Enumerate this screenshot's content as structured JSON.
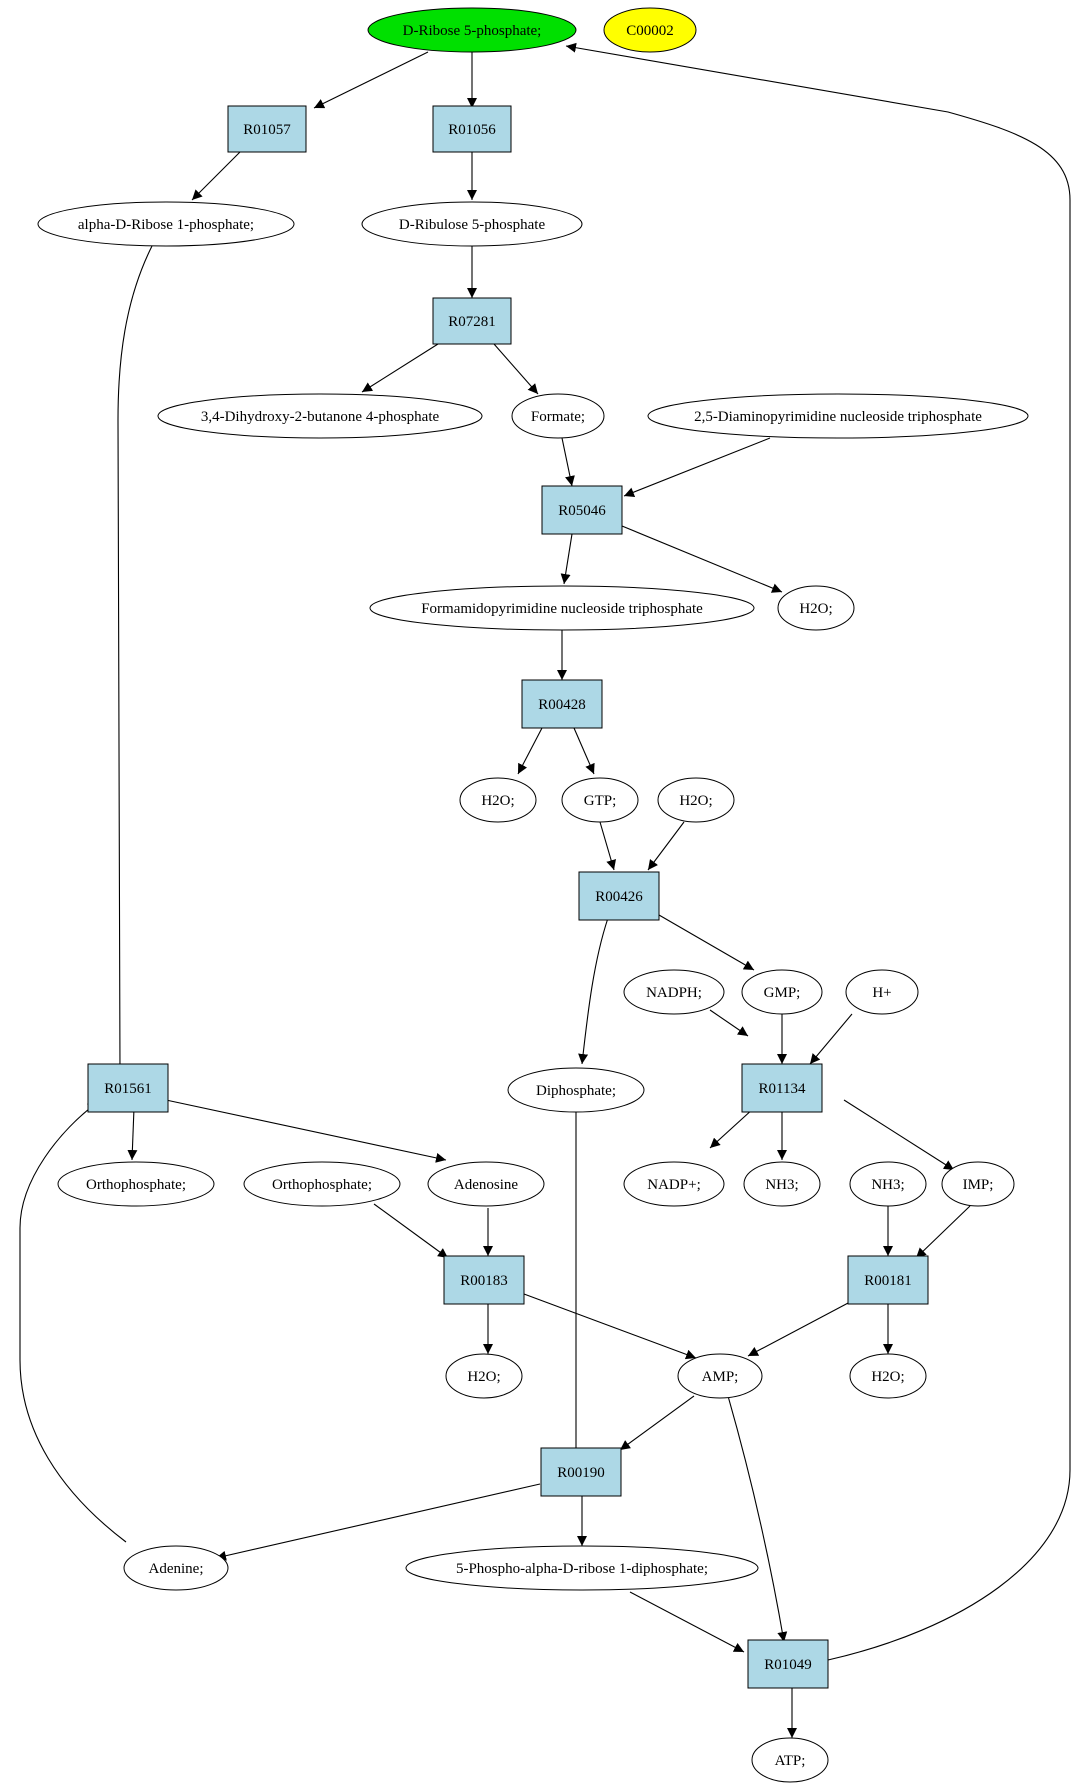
{
  "colors": {
    "reaction_fill": "#add8e6",
    "compound_fill": "#ffffff",
    "start_compound_fill": "#00e000",
    "legend_compound_fill": "#ffff00",
    "edge": "#000000"
  },
  "nodes": {
    "ribose5p": "D-Ribose 5-phosphate;",
    "c00002": "C00002",
    "r01057": "R01057",
    "r01056": "R01056",
    "aribose1p": "alpha-D-Ribose 1-phosphate;",
    "ribulose5p": "D-Ribulose 5-phosphate",
    "r07281": "R07281",
    "dihydroxy": "3,4-Dihydroxy-2-butanone 4-phosphate",
    "formate": "Formate;",
    "diaminopyr": "2,5-Diaminopyrimidine nucleoside triphosphate",
    "r05046": "R05046",
    "formamidopyr": "Formamidopyrimidine nucleoside triphosphate",
    "h2o_a": "H2O;",
    "r00428": "R00428",
    "h2o_b": "H2O;",
    "gtp": "GTP;",
    "h2o_c": "H2O;",
    "r00426": "R00426",
    "nadph": "NADPH;",
    "gmp": "GMP;",
    "hplus": "H+",
    "r01561": "R01561",
    "diphosphate": "Diphosphate;",
    "r01134": "R01134",
    "orthophos_a": "Orthophosphate;",
    "orthophos_b": "Orthophosphate;",
    "adenosine": "Adenosine",
    "nadp": "NADP+;",
    "nh3_a": "NH3;",
    "nh3_b": "NH3;",
    "imp": "IMP;",
    "r00183": "R00183",
    "r00181": "R00181",
    "h2o_d": "H2O;",
    "amp": "AMP;",
    "h2o_e": "H2O;",
    "r00190": "R00190",
    "adenine": "Adenine;",
    "prpp": "5-Phospho-alpha-D-ribose 1-diphosphate;",
    "r01049": "R01049",
    "atp": "ATP;"
  }
}
